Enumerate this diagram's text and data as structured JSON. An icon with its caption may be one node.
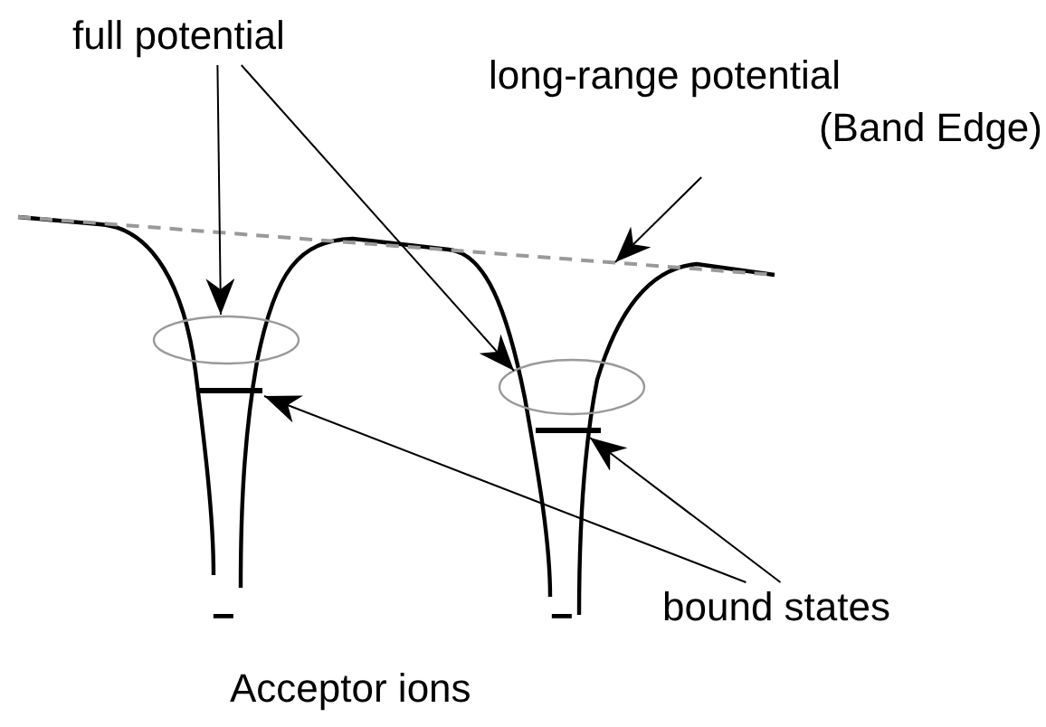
{
  "diagram": {
    "nodes": [
      {
        "text": [
          "full potential"
        ]
      },
      {
        "text": [],
        "shape": "ellipse"
      },
      {
        "text": [],
        "shape": "ellipse"
      },
      {
        "text": [
          "long-range potential",
          "(Band Edge)"
        ]
      },
      {
        "text": [],
        "shape": "line"
      },
      {
        "text": [
          "bound states"
        ]
      },
      {
        "text": [],
        "shape": "bar"
      },
      {
        "text": [],
        "shape": "bar"
      }
    ],
    "edges": [
      {
        "from": 0,
        "to": 1,
        "arrow": "to"
      },
      {
        "from": 0,
        "to": 2,
        "arrow": "to"
      },
      {
        "from": 3,
        "to": 4,
        "arrow": "to"
      },
      {
        "from": 5,
        "to": 6,
        "arrow": "to"
      },
      {
        "from": 5,
        "to": 7,
        "arrow": "to"
      }
    ],
    "labels": [
      "−",
      "−",
      "Acceptor ions"
    ]
  }
}
